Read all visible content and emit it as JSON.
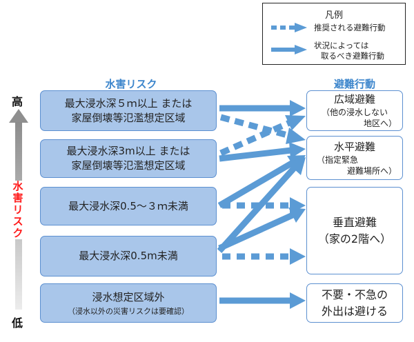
{
  "legend": {
    "title": "凡例",
    "recommended": "推奨される避難行動",
    "conditional_line1": "状況によっては",
    "conditional_line2": "取るべき避難行動"
  },
  "headers": {
    "risk": "水害リスク",
    "action": "避難行動"
  },
  "scale": {
    "high": "高",
    "low": "低",
    "axis_label": "水害リスク"
  },
  "risks": [
    {
      "line1": "最大浸水深５ｍ以上 または",
      "line2": "家屋倒壊等氾濫想定区域"
    },
    {
      "line1": "最大浸水深3m以上 または",
      "line2": "家屋倒壊等氾濫想定区域"
    },
    {
      "line1": "最大浸水深0.5～３ｍ未満"
    },
    {
      "line1": "最大浸水深0.5m未満"
    },
    {
      "line1": "浸水想定区域外",
      "sub": "（浸水以外の災害リスクは要確認）"
    }
  ],
  "actions": [
    {
      "title": "広域避難",
      "sub1": "（他の浸水しない",
      "sub2": "地区へ）"
    },
    {
      "title": "水平避難",
      "sub1": "（指定緊急",
      "sub2": "避難場所へ）"
    },
    {
      "title": "垂直避難",
      "sub1": "（家の2階へ）"
    },
    {
      "line1": "不要・不急の",
      "line2": "外出は避ける"
    }
  ],
  "colors": {
    "arrow": "#5b9bd5",
    "risk_fill": "#a9c6ea",
    "box_border": "#5b8fd0",
    "header": "#3d86cc",
    "axis_label": "#ff1a1a"
  }
}
